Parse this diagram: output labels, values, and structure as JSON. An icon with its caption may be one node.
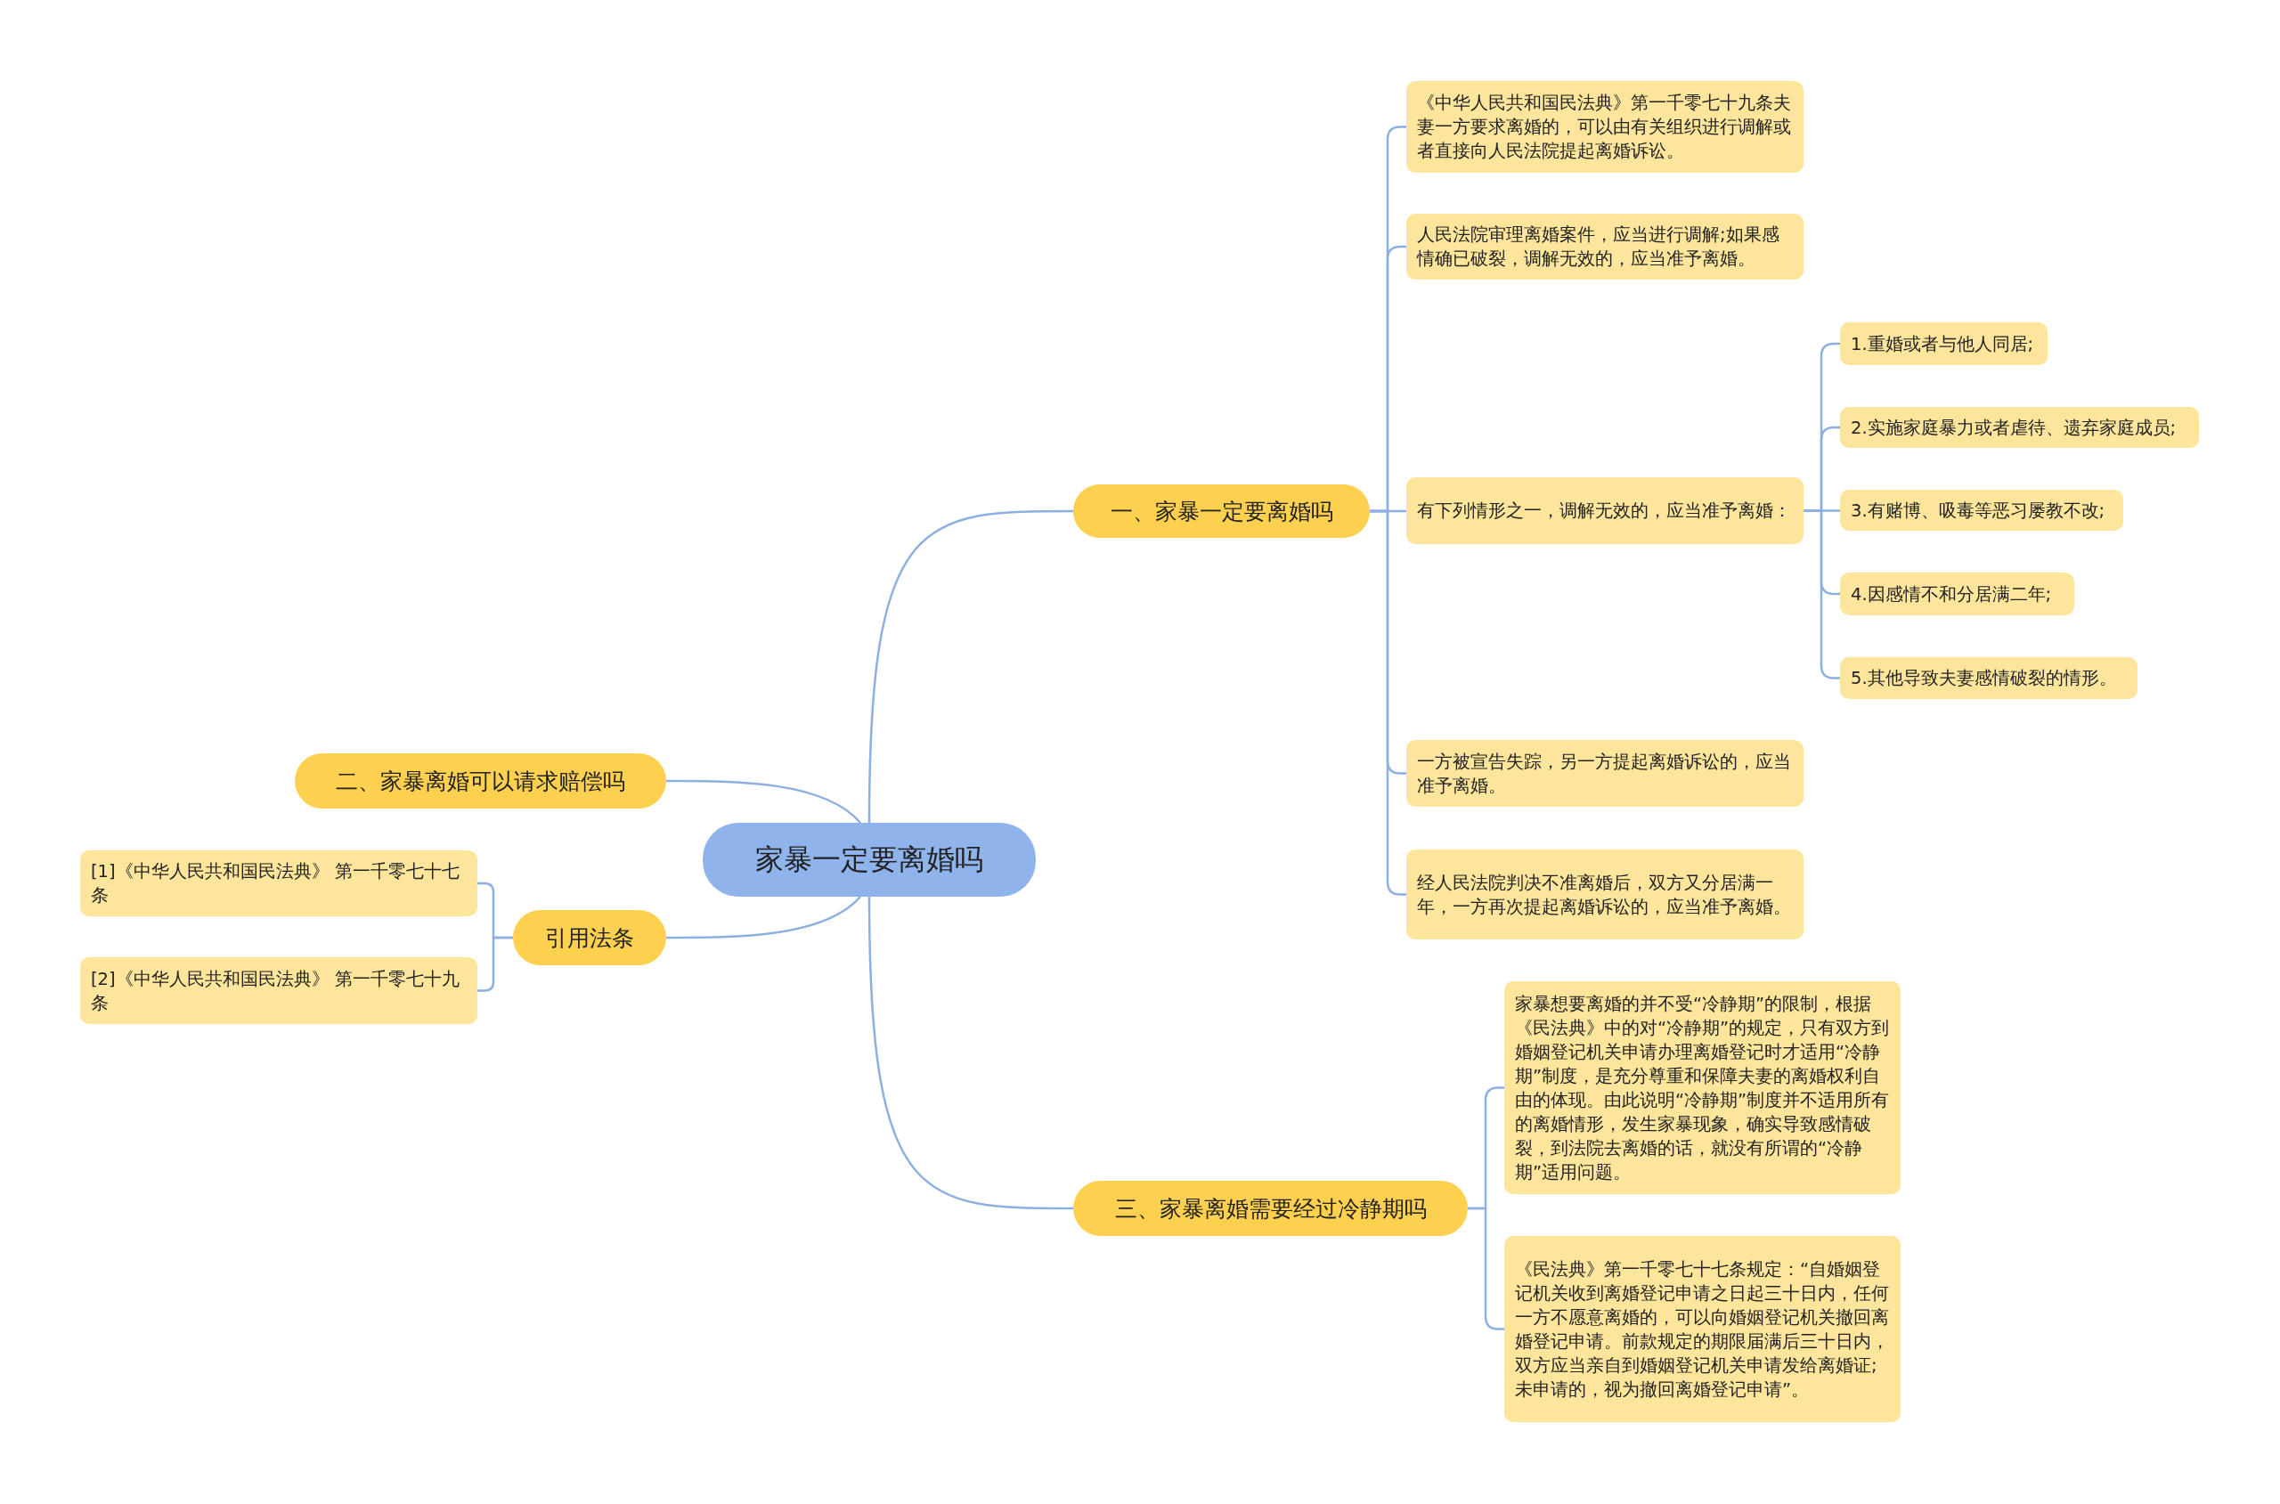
{
  "diagram": {
    "nodes": [
      {
        "text": [
          "家暴一定要离婚吗"
        ]
      },
      {
        "text": [
          "一、家暴一定要离婚吗"
        ]
      },
      {
        "text": [
          "《中华人民共和国民法典》第一千零七十九条夫妻一方要求离婚的，可以由有关组织进行调解或者直接向人民法院提起离婚诉讼。"
        ]
      },
      {
        "text": [
          "人民法院审理离婚案件，应当进行调解;如果感情确已破裂，调解无效的，应当准予离婚。"
        ]
      },
      {
        "text": [
          "有下列情形之一，调解无效的，应当准予离婚："
        ]
      },
      {
        "text": [
          "1.重婚或者与他人同居;"
        ]
      },
      {
        "text": [
          "2.实施家庭暴力或者虐待、遗弃家庭成员;"
        ]
      },
      {
        "text": [
          "3.有赌博、吸毒等恶习屡教不改;"
        ]
      },
      {
        "text": [
          "4.因感情不和分居满二年;"
        ]
      },
      {
        "text": [
          "5.其他导致夫妻感情破裂的情形。"
        ]
      },
      {
        "text": [
          "一方被宣告失踪，另一方提起离婚诉讼的，应当准予离婚。"
        ]
      },
      {
        "text": [
          "经人民法院判决不准离婚后，双方又分居满一年，一方再次提起离婚诉讼的，应当准予离婚。"
        ]
      },
      {
        "text": [
          "二、家暴离婚可以请求赔偿吗"
        ]
      },
      {
        "text": [
          "引用法条"
        ]
      },
      {
        "text": [
          "[1]《中华人民共和国民法典》 第一千零七十七条"
        ]
      },
      {
        "text": [
          "[2]《中华人民共和国民法典》 第一千零七十九条"
        ]
      },
      {
        "text": [
          "三、家暴离婚需要经过冷静期吗"
        ]
      },
      {
        "text": [
          "家暴想要离婚的并不受“冷静期”的限制，根据《民法典》中的对“冷静期”的规定，只有双方到婚姻登记机关申请办理离婚登记时才适用“冷静期”制度，是充分尊重和保障夫妻的离婚权利自由的体现。由此说明“冷静期”制度并不适用所有的离婚情形，发生家暴现象，确实导致感情破裂，到法院去离婚的话，就没有所谓的“冷静期”适用问题。"
        ]
      },
      {
        "text": [
          "《民法典》第一千零七十七条规定：“自婚姻登记机关收到离婚登记申请之日起三十日内，任何一方不愿意离婚的，可以向婚姻登记机关撤回离婚登记申请。前款规定的期限届满后三十日内，双方应当亲自到婚姻登记机关申请发给离婚证;未申请的，视为撤回离婚登记申请”。"
        ]
      }
    ],
    "edges": [
      {
        "from": 0,
        "to": 1,
        "arrow": "none"
      },
      {
        "from": 1,
        "to": 2,
        "arrow": "none"
      },
      {
        "from": 1,
        "to": 3,
        "arrow": "none"
      },
      {
        "from": 1,
        "to": 4,
        "arrow": "none"
      },
      {
        "from": 4,
        "to": 5,
        "arrow": "none"
      },
      {
        "from": 4,
        "to": 6,
        "arrow": "none"
      },
      {
        "from": 4,
        "to": 7,
        "arrow": "none"
      },
      {
        "from": 4,
        "to": 8,
        "arrow": "none"
      },
      {
        "from": 4,
        "to": 9,
        "arrow": "none"
      },
      {
        "from": 1,
        "to": 10,
        "arrow": "none"
      },
      {
        "from": 1,
        "to": 11,
        "arrow": "none"
      },
      {
        "from": 0,
        "to": 12,
        "arrow": "none"
      },
      {
        "from": 0,
        "to": 13,
        "arrow": "none"
      },
      {
        "from": 13,
        "to": 14,
        "arrow": "none"
      },
      {
        "from": 13,
        "to": 15,
        "arrow": "none"
      },
      {
        "from": 0,
        "to": 16,
        "arrow": "none"
      },
      {
        "from": 16,
        "to": 17,
        "arrow": "none"
      },
      {
        "from": 16,
        "to": 18,
        "arrow": "none"
      }
    ]
  }
}
